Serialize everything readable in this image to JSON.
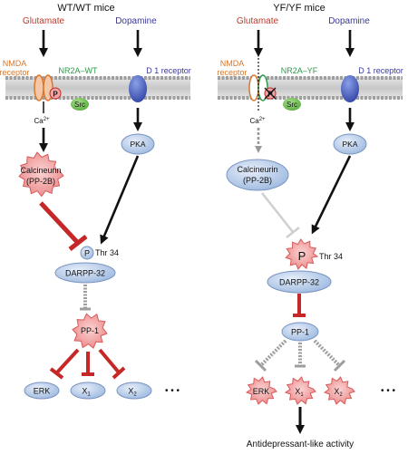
{
  "panels": {
    "wt": {
      "title": "WT/WT mice",
      "glutamate": "Glutamate",
      "dopamine": "Dopamine",
      "nmda_line1": "NMDA",
      "nmda_line2": "receptor",
      "nr2a": "NR2A–WT",
      "d1": "D 1 receptor",
      "p": "P",
      "src": "Src",
      "ca": "Ca",
      "ca_sup": "2+",
      "pka": "PKA",
      "calcineurin_line1": "Calcineurin",
      "calcineurin_line2": "(PP-2B)",
      "thr": "Thr 34",
      "darpp": "DARPP-32",
      "pp1": "PP-1",
      "erk": "ERK",
      "x1": "X",
      "x1_sub": "1",
      "x2": "X",
      "x2_sub": "2",
      "ellipsis": "• • •"
    },
    "yf": {
      "title": "YF/YF mice",
      "glutamate": "Glutamate",
      "dopamine": "Dopamine",
      "nmda_line1": "NMDA",
      "nmda_line2": "receptor",
      "nr2a": "NR2A–YF",
      "d1": "D 1 receptor",
      "p": "P",
      "src": "Src",
      "ca": "Ca",
      "ca_sup": "2+",
      "pka": "PKA",
      "calcineurin_line1": "Calcineurin",
      "calcineurin_line2": "(PP-2B)",
      "thr": "Thr 34",
      "darpp": "DARPP-32",
      "pp1": "PP-1",
      "erk": "ERK",
      "x1": "X",
      "x1_sub": "1",
      "x2": "X",
      "x2_sub": "2",
      "ellipsis": "• • •",
      "outcome": "Antidepressant-like activity"
    }
  },
  "colors": {
    "glutamate": "#c0392b",
    "dopamine": "#3a3a9a",
    "nmda": "#d9772b",
    "nr2a": "#2e9a4a",
    "inhibit": "#c62828",
    "node_blue": "#b9cde8",
    "node_pink": "#f2a5a5"
  }
}
